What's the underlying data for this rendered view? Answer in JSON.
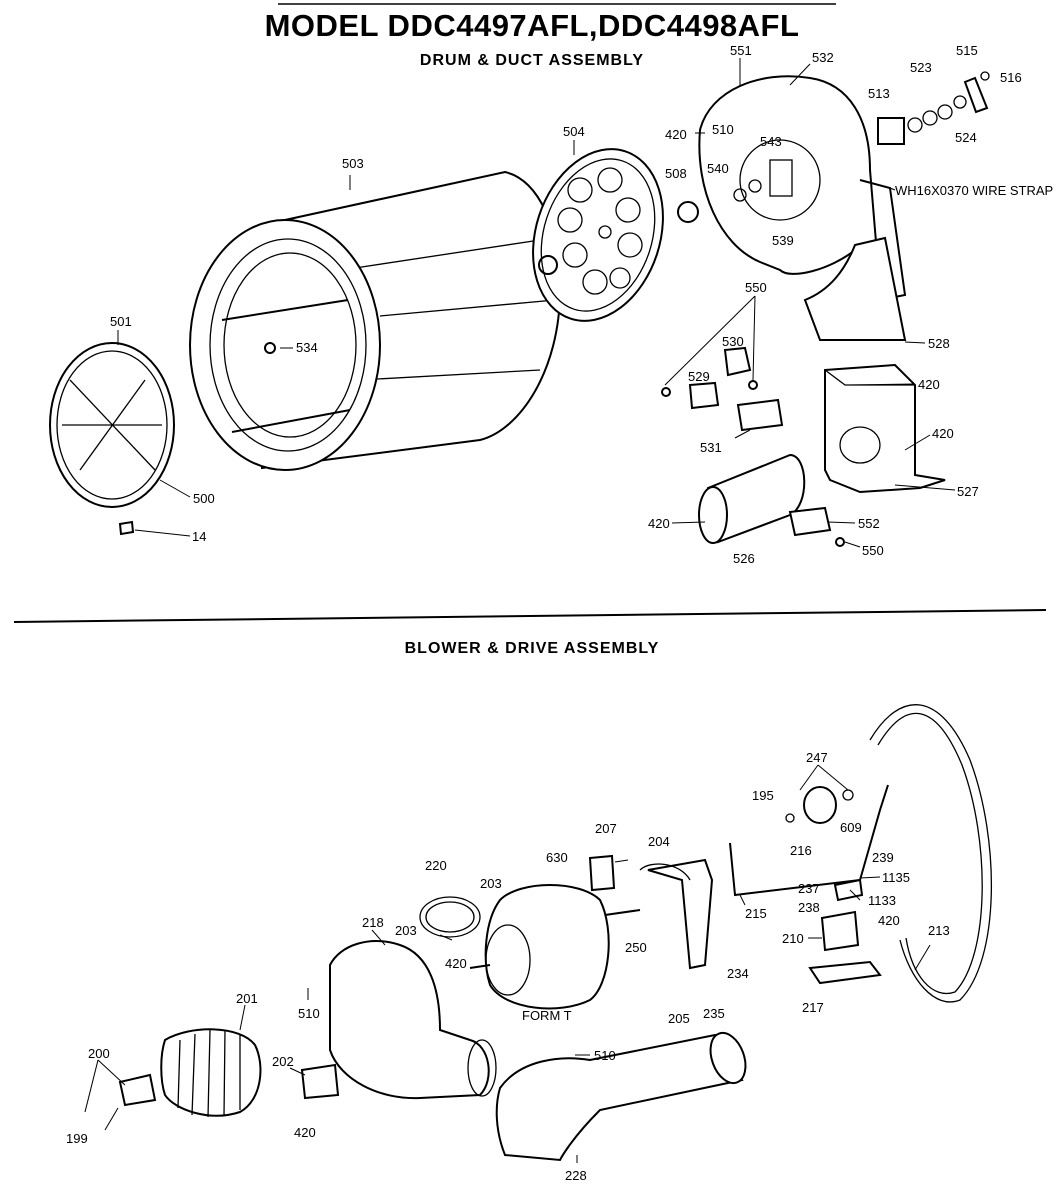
{
  "titles": {
    "model": "MODEL DDC4497AFL,DDC4498AFL",
    "drum_section": "DRUM & DUCT ASSEMBLY",
    "blower_section": "BLOWER & DRIVE ASSEMBLY"
  },
  "callouts": {
    "drum": [
      "503",
      "504",
      "501",
      "534",
      "500",
      "14",
      "551",
      "532",
      "420",
      "510",
      "540",
      "543",
      "508",
      "539",
      "513",
      "523",
      "515",
      "516",
      "524",
      "WH16X0370 WIRE STRAP",
      "528",
      "550",
      "530",
      "529",
      "531",
      "420",
      "420",
      "527",
      "420",
      "526",
      "552",
      "550"
    ],
    "blower": [
      "247",
      "195",
      "609",
      "216",
      "239",
      "1135",
      "237",
      "238",
      "1133",
      "420",
      "210",
      "213",
      "215",
      "217",
      "207",
      "204",
      "630",
      "220",
      "203",
      "203",
      "420",
      "250",
      "234",
      "205",
      "235",
      "FORM T",
      "218",
      "201",
      "510",
      "202",
      "200",
      "199",
      "420",
      "510",
      "228"
    ]
  }
}
